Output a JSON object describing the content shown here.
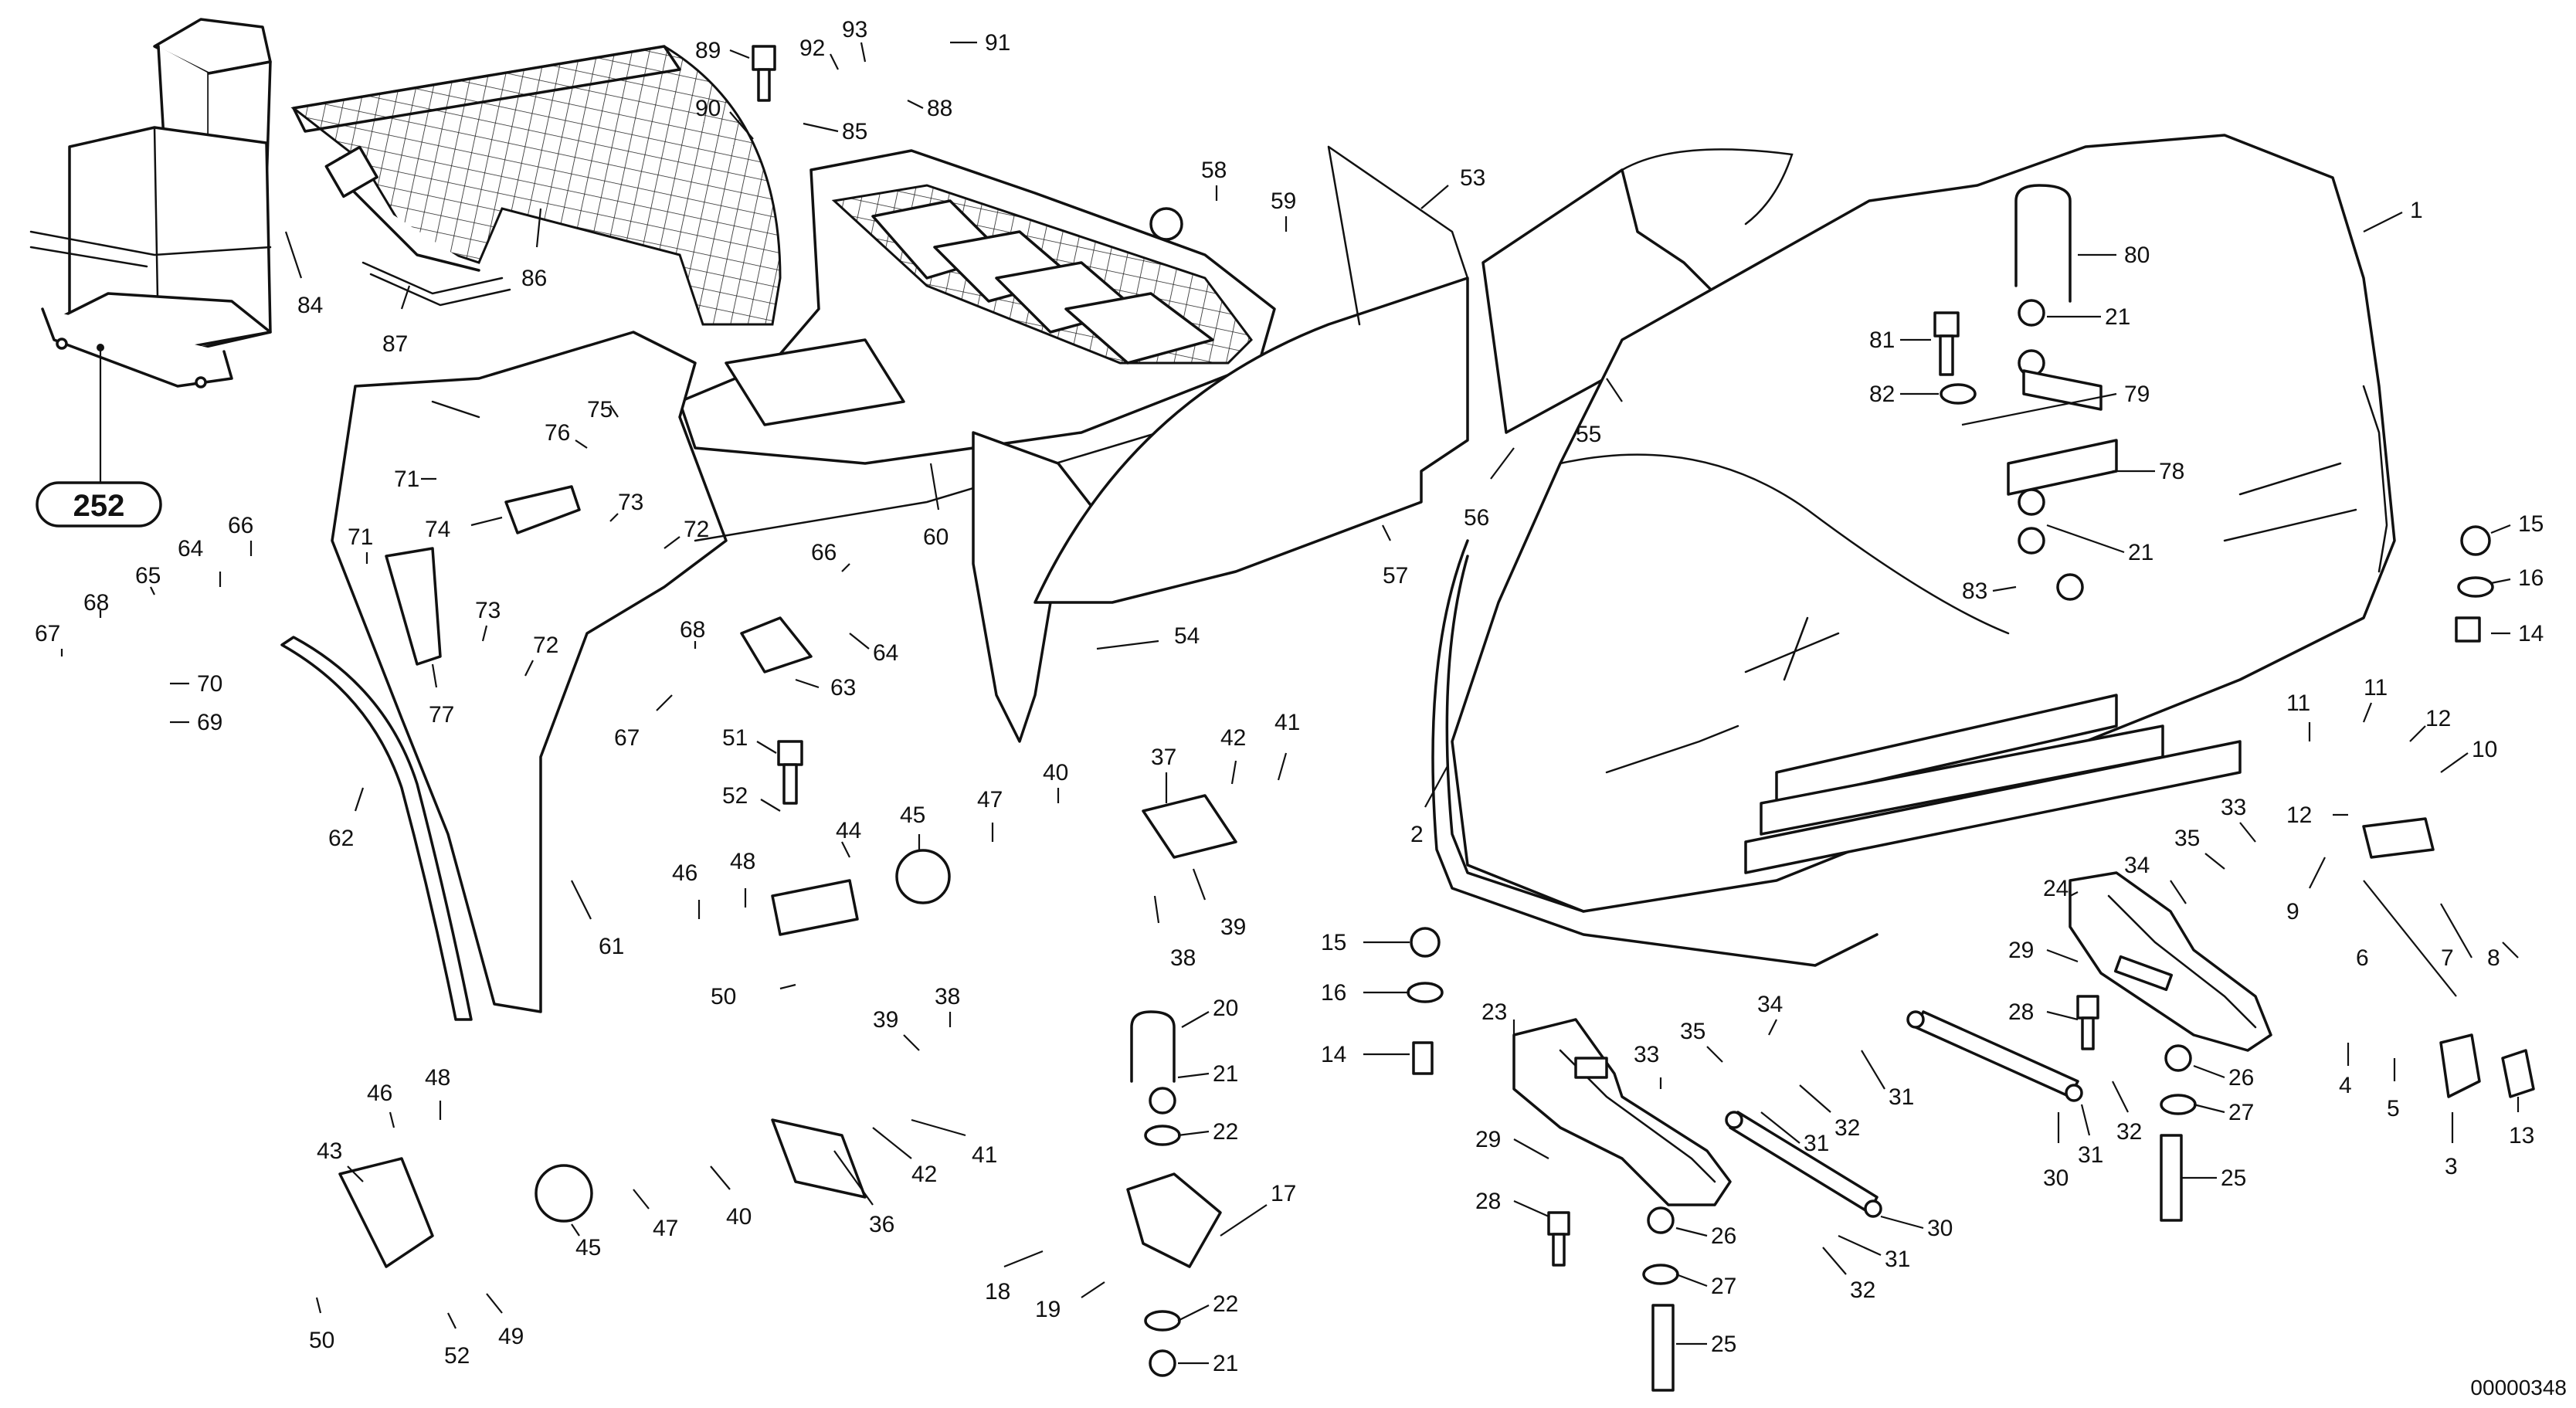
{
  "drawing_number": "00000348",
  "reference": {
    "label": "252"
  },
  "callouts": [
    "1",
    "2",
    "3",
    "4",
    "5",
    "6",
    "7",
    "8",
    "9",
    "10",
    "11",
    "11",
    "12",
    "12",
    "13",
    "14",
    "14",
    "15",
    "15",
    "16",
    "16",
    "17",
    "18",
    "19",
    "20",
    "21",
    "21",
    "21",
    "21",
    "22",
    "22",
    "23",
    "24",
    "25",
    "25",
    "26",
    "26",
    "27",
    "27",
    "28",
    "28",
    "29",
    "29",
    "30",
    "30",
    "31",
    "31",
    "31",
    "31",
    "32",
    "32",
    "32",
    "33",
    "33",
    "34",
    "34",
    "35",
    "35",
    "36",
    "37",
    "38",
    "38",
    "39",
    "39",
    "40",
    "40",
    "41",
    "41",
    "42",
    "42",
    "43",
    "44",
    "45",
    "45",
    "46",
    "46",
    "47",
    "47",
    "48",
    "48",
    "49",
    "50",
    "50",
    "51",
    "52",
    "52",
    "53",
    "54",
    "55",
    "56",
    "57",
    "58",
    "59",
    "60",
    "61",
    "62",
    "63",
    "64",
    "64",
    "65",
    "66",
    "66",
    "67",
    "67",
    "68",
    "68",
    "69",
    "70",
    "71",
    "71",
    "72",
    "72",
    "73",
    "73",
    "74",
    "75",
    "76",
    "77",
    "78",
    "79",
    "80",
    "81",
    "82",
    "83",
    "84",
    "85",
    "86",
    "87",
    "88",
    "89",
    "90",
    "91",
    "92",
    "93"
  ]
}
